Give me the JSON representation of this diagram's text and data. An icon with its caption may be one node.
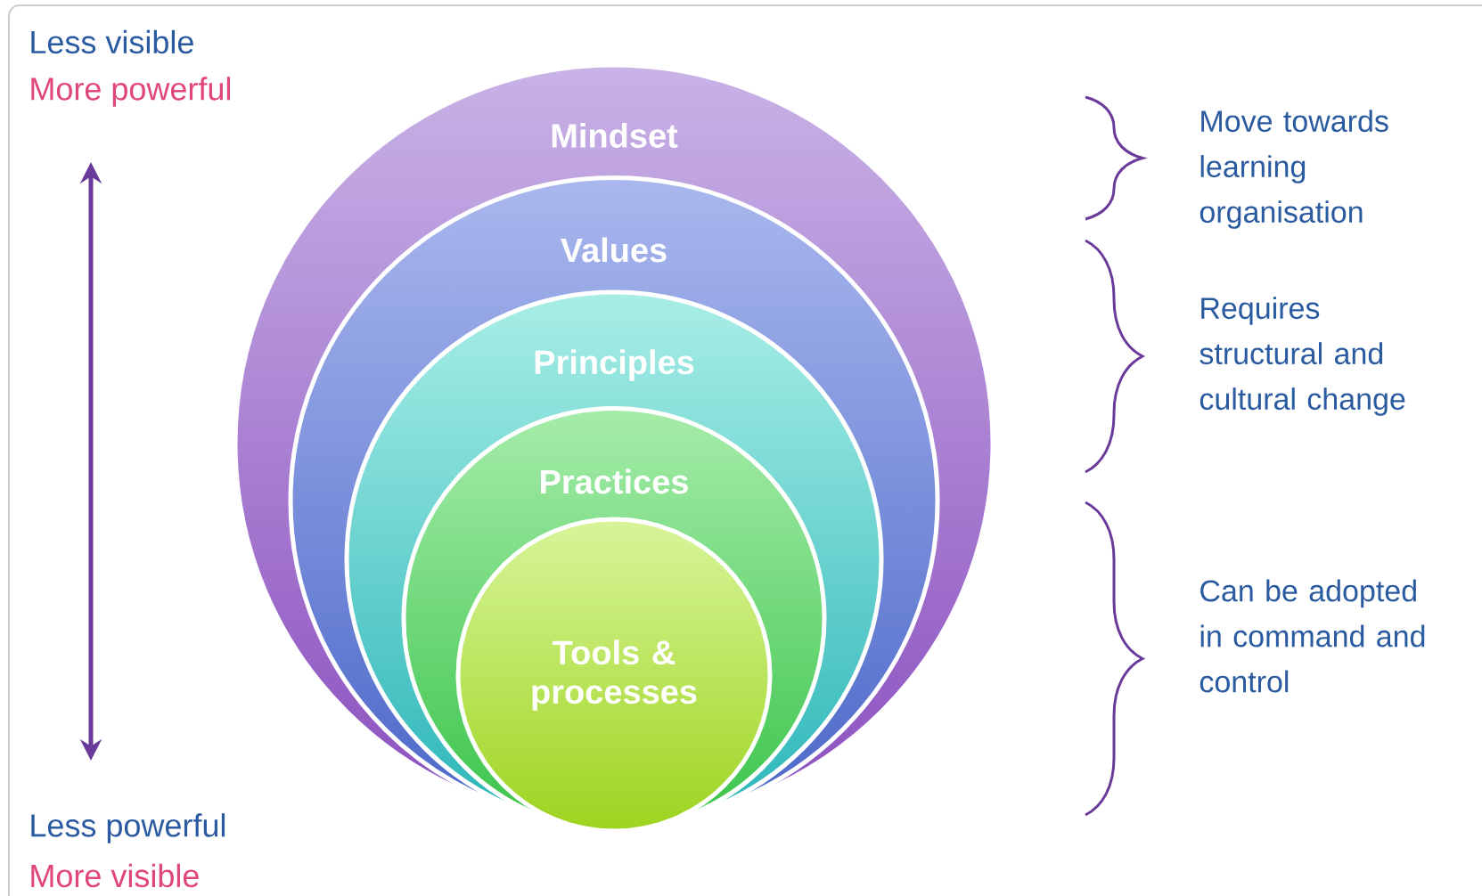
{
  "diagram": {
    "nodes": [
      {
        "text": [
          "Mindset"
        ]
      },
      {
        "text": [
          "Values"
        ],
        "in": 0
      },
      {
        "text": [
          "Principles"
        ],
        "in": 1
      },
      {
        "text": [
          "Practices"
        ],
        "in": 2
      },
      {
        "text": [
          "Tools & processes"
        ],
        "in": 3
      }
    ],
    "labels": [
      "Less visible",
      "More powerful",
      "Move towards learning organisation",
      "Requires structural and cultural change",
      "Can be adopted in command and control",
      "Less powerful",
      "More visible"
    ]
  }
}
